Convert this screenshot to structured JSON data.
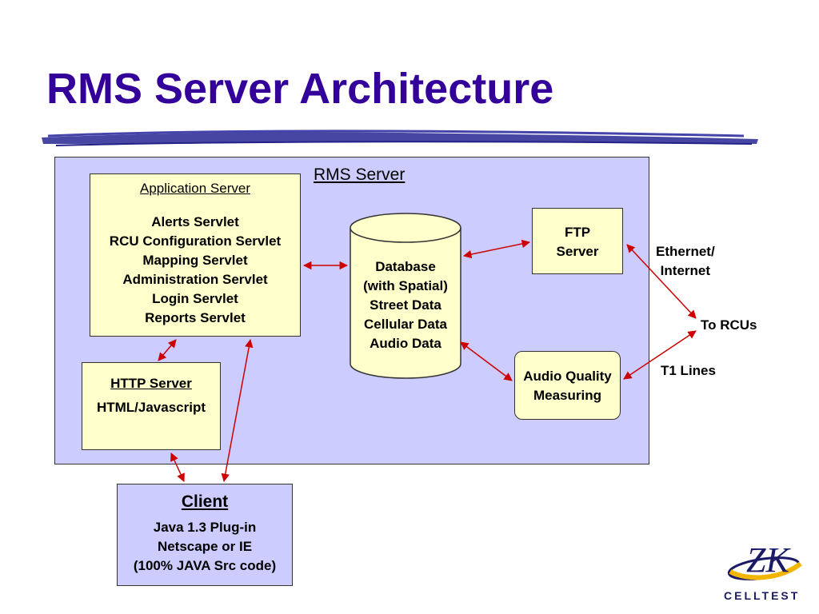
{
  "title": "RMS Server Architecture",
  "rms_server": {
    "label": "RMS Server"
  },
  "application_server": {
    "heading": "Application Server",
    "items": [
      "Alerts Servlet",
      "RCU Configuration Servlet",
      "Mapping Servlet",
      "Administration Servlet",
      "Login Servlet",
      "Reports Servlet"
    ]
  },
  "http_server": {
    "heading": "HTTP Server",
    "detail": "HTML/Javascript"
  },
  "database": {
    "lines": [
      "Database",
      "(with Spatial)",
      "Street Data",
      "Cellular Data",
      "Audio Data"
    ]
  },
  "ftp_server": {
    "lines": [
      "FTP",
      "Server"
    ]
  },
  "audio_quality": {
    "lines": [
      "Audio Quality",
      "Measuring"
    ]
  },
  "client": {
    "heading": "Client",
    "items": [
      "Java 1.3 Plug-in",
      "Netscape or IE",
      "(100% JAVA Src code)"
    ]
  },
  "external_labels": {
    "ethernet": [
      "Ethernet/",
      "Internet"
    ],
    "to_rcus": "To RCUs",
    "t1_lines": "T1 Lines"
  },
  "logo": {
    "text": "CELLTEST",
    "mark": "ZK"
  },
  "colors": {
    "title": "#330099",
    "panel": "#ccccff",
    "box": "#ffffcc",
    "arrow": "#cc0000",
    "brush": "#333399"
  }
}
